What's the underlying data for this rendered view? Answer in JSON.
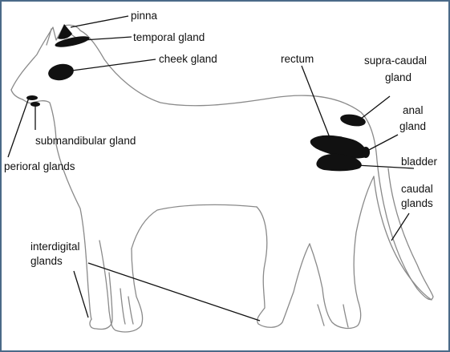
{
  "labels": {
    "pinna": "pinna",
    "temporal_gland": "temporal gland",
    "cheek_gland": "cheek gland",
    "rectum": "rectum",
    "supra_caudal_gland_1": "supra-caudal",
    "supra_caudal_gland_2": "gland",
    "anal_gland_1": "anal",
    "anal_gland_2": "gland",
    "bladder": "bladder",
    "caudal_glands_1": "caudal",
    "caudal_glands_2": "glands",
    "submandibular_gland": "submandibular gland",
    "perioral_glands": "perioral glands",
    "interdigital_glands_1": "interdigital",
    "interdigital_glands_2": "glands"
  },
  "colors": {
    "frame": "#4a6a88",
    "outline": "#8a8a8a",
    "gland": "#111111"
  }
}
